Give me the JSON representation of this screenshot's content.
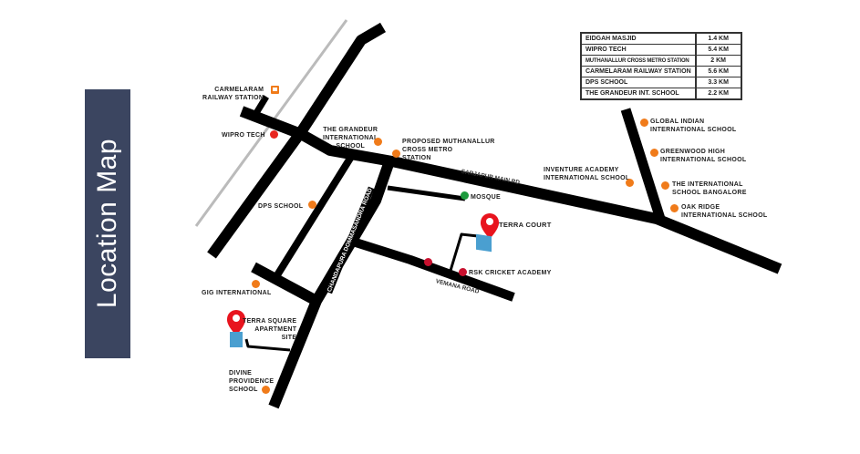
{
  "title": "Location Map",
  "distances": [
    {
      "place": "EIDGAH MASJID",
      "dist": "1.4 KM"
    },
    {
      "place": "WIPRO TECH",
      "dist": "5.4 KM"
    },
    {
      "place": "MUTHANALLUR CROSS METRO STATION",
      "dist": "2 KM"
    },
    {
      "place": "CARMELARAM RAILWAY STATION",
      "dist": "5.6 KM"
    },
    {
      "place": "DPS SCHOOL",
      "dist": "3.3 KM"
    },
    {
      "place": "THE GRANDEUR INT. SCHOOL",
      "dist": "2.2 KM"
    }
  ],
  "labels": {
    "carmelaram_1": "CARMELARAM",
    "carmelaram_2": "RAILWAY STATION",
    "wipro": "WIPRO TECH",
    "grandeur_1": "THE  GRANDEUR",
    "grandeur_2": "INTERNATIONAL",
    "grandeur_3": "SCHOOL",
    "metro_1": "PROPOSED MUTHANALLUR",
    "metro_2": "CROSS METRO",
    "metro_3": "STATION",
    "sarjapur": "SARJAPUR MAIN RD",
    "mosque": "MOSQUE",
    "dps": "DPS  SCHOOL",
    "chandapura": "CHANDAPURA DOMMASANDRA ROAD",
    "terra_court": "TERRA COURT",
    "rsk": "RSK CRICKET ACADEMY",
    "vemana": "VEMANA  ROAD",
    "gig": "GIG INTERNATIONAL",
    "terra_square_1": "TERRA SQUARE",
    "terra_square_2": "APARTMENT",
    "terra_square_3": "SITE",
    "divine_1": "DIVINE",
    "divine_2": "PROVIDENCE",
    "divine_3": "SCHOOL",
    "inventure_1": "INVENTURE ACADEMY",
    "inventure_2": "INTERNATIONAL SCHOOL",
    "global_1": "GLOBAL INDIAN",
    "global_2": "INTERNATIONAL SCHOOL",
    "greenwood_1": "GREENWOOD HIGH",
    "greenwood_2": "INTERNATIONAL SCHOOL",
    "tisb_1": "THE INTERNATIONAL",
    "tisb_2": "SCHOOL BANGALORE",
    "oak_1": "OAK RIDGE",
    "oak_2": "INTERNATIONAL SCHOOL"
  },
  "colors": {
    "banner": "#3b4560",
    "school": "#f07b1a",
    "landmark": "#e8261f",
    "mosque": "#1c9a3c",
    "cricket": "#c8102e",
    "building": "#4a9fd0"
  }
}
